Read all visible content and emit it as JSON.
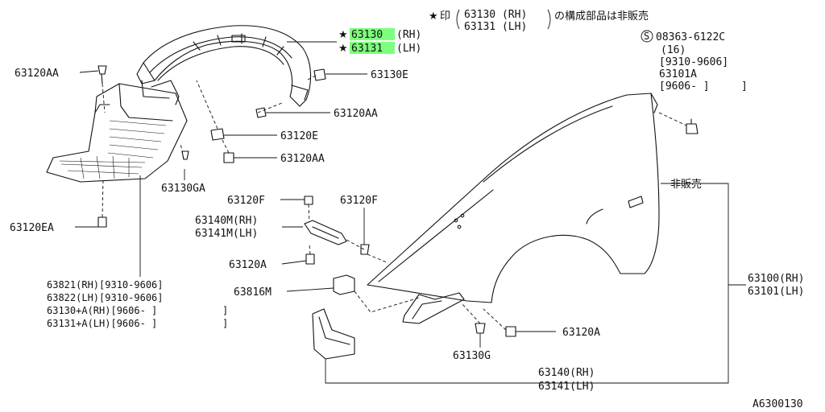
{
  "notes": {
    "star_symbol": "★",
    "star_note_prefix": "印",
    "star_note_line1": "63130 (RH)",
    "star_note_line2": "63131 (LH)",
    "star_note_suffix": "の構成部品は非販売",
    "hikanbai": "非販売"
  },
  "labels": {
    "p63130_star": "63130",
    "p63130_side": "(RH)",
    "p63131_star": "63131",
    "p63131_side": "(LH)",
    "p63120AA_1": "63120AA",
    "p63130E": "63130E",
    "p63120AA_2": "63120AA",
    "p63120E": "63120E",
    "p63120AA_3": "63120AA",
    "p63130GA": "63130GA",
    "p63120EA": "63120EA",
    "p63120F_1": "63120F",
    "p63120F_2": "63120F",
    "p63140M": "63140M(RH)",
    "p63141M": "63141M(LH)",
    "p63120A_1": "63120A",
    "p63816M": "63816M",
    "p63821": "63821(RH)[9310-9606]",
    "p63822": "63822(LH)[9310-9606]",
    "p63130A": "63130+A(RH)[9606-     ]",
    "p63131A": "63131+A(LH)[9606-     ]",
    "p08363_s": "S",
    "p08363": "08363-6122C",
    "p08363_qty": "(16)",
    "p08363_date": "[9310-9606]",
    "p63101A": "63101A",
    "p63101A_date": "[9606-     ]",
    "p63100": "63100(RH)",
    "p63101": "63101(LH)",
    "p63120A_2": "63120A",
    "p63130G": "63130G",
    "p63140": "63140(RH)",
    "p63141": "63141(LH)",
    "diagram_code": "A6300130"
  },
  "colors": {
    "highlight": "#7dff7d",
    "ink": "#111111"
  }
}
